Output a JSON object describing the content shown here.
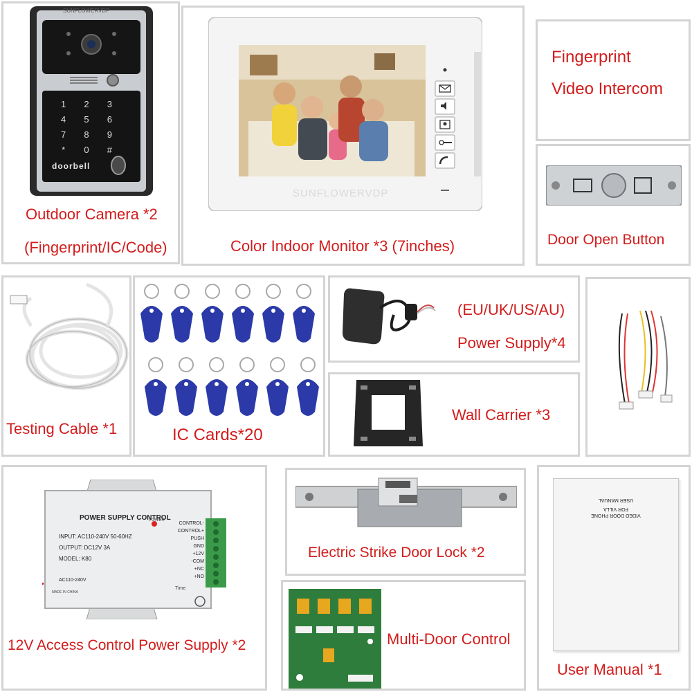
{
  "colors": {
    "label_red": "#d21c1c",
    "frame_gray": "#d4d4d4",
    "card_blue": "#2b3aa8"
  },
  "outdoor_camera": {
    "brand_top": "SUNFLOWERVDP",
    "keypad_logo": "doorbell",
    "keys": [
      "1",
      "2",
      "3",
      "4",
      "5",
      "6",
      "7",
      "8",
      "9",
      "*",
      "0",
      "#"
    ],
    "label_line1": "Outdoor Camera *2",
    "label_line2": "(Fingerprint/IC/Code)"
  },
  "indoor_monitor": {
    "brand": "SUNFLOWERVDP",
    "label": "Color Indoor Monitor *3 (7inches)"
  },
  "title": {
    "line1": "Fingerprint",
    "line2": "Video Intercom"
  },
  "door_button": {
    "label": "Door Open Button"
  },
  "testing_cable": {
    "label": "Testing Cable *1"
  },
  "ic_cards": {
    "label": "IC Cards*20"
  },
  "power_adapter": {
    "region": "(EU/UK/US/AU)",
    "label": "Power Supply*4"
  },
  "wall_carrier": {
    "label": "Wall Carrier *3"
  },
  "power_control": {
    "panel_title": "POWER SUPPLY CONTROL",
    "power_led": "POWER",
    "input": "INPUT: AC110-240V  50-60HZ",
    "output": "OUTPUT: DC12V  3A",
    "model": "MODEL: K80",
    "ac": "AC110-240V",
    "made_in": "MADE IN CHINA",
    "time": "Time",
    "terminals": [
      "CONTROL-",
      "CONTROL+",
      "PUSH",
      "GND",
      "+12V",
      "-COM",
      "+NC",
      "+NO"
    ],
    "label": "12V Access Control Power Supply *2"
  },
  "strike_lock": {
    "label": "Electric Strike Door Lock *2"
  },
  "multi_door": {
    "label": "Multi-Door Control"
  },
  "user_manual": {
    "cover_line1": "VIDEO DOOR PHONE",
    "cover_line2": "FOR VILLA",
    "cover_line3": "USER MANUAL",
    "label": "User Manual *1"
  }
}
